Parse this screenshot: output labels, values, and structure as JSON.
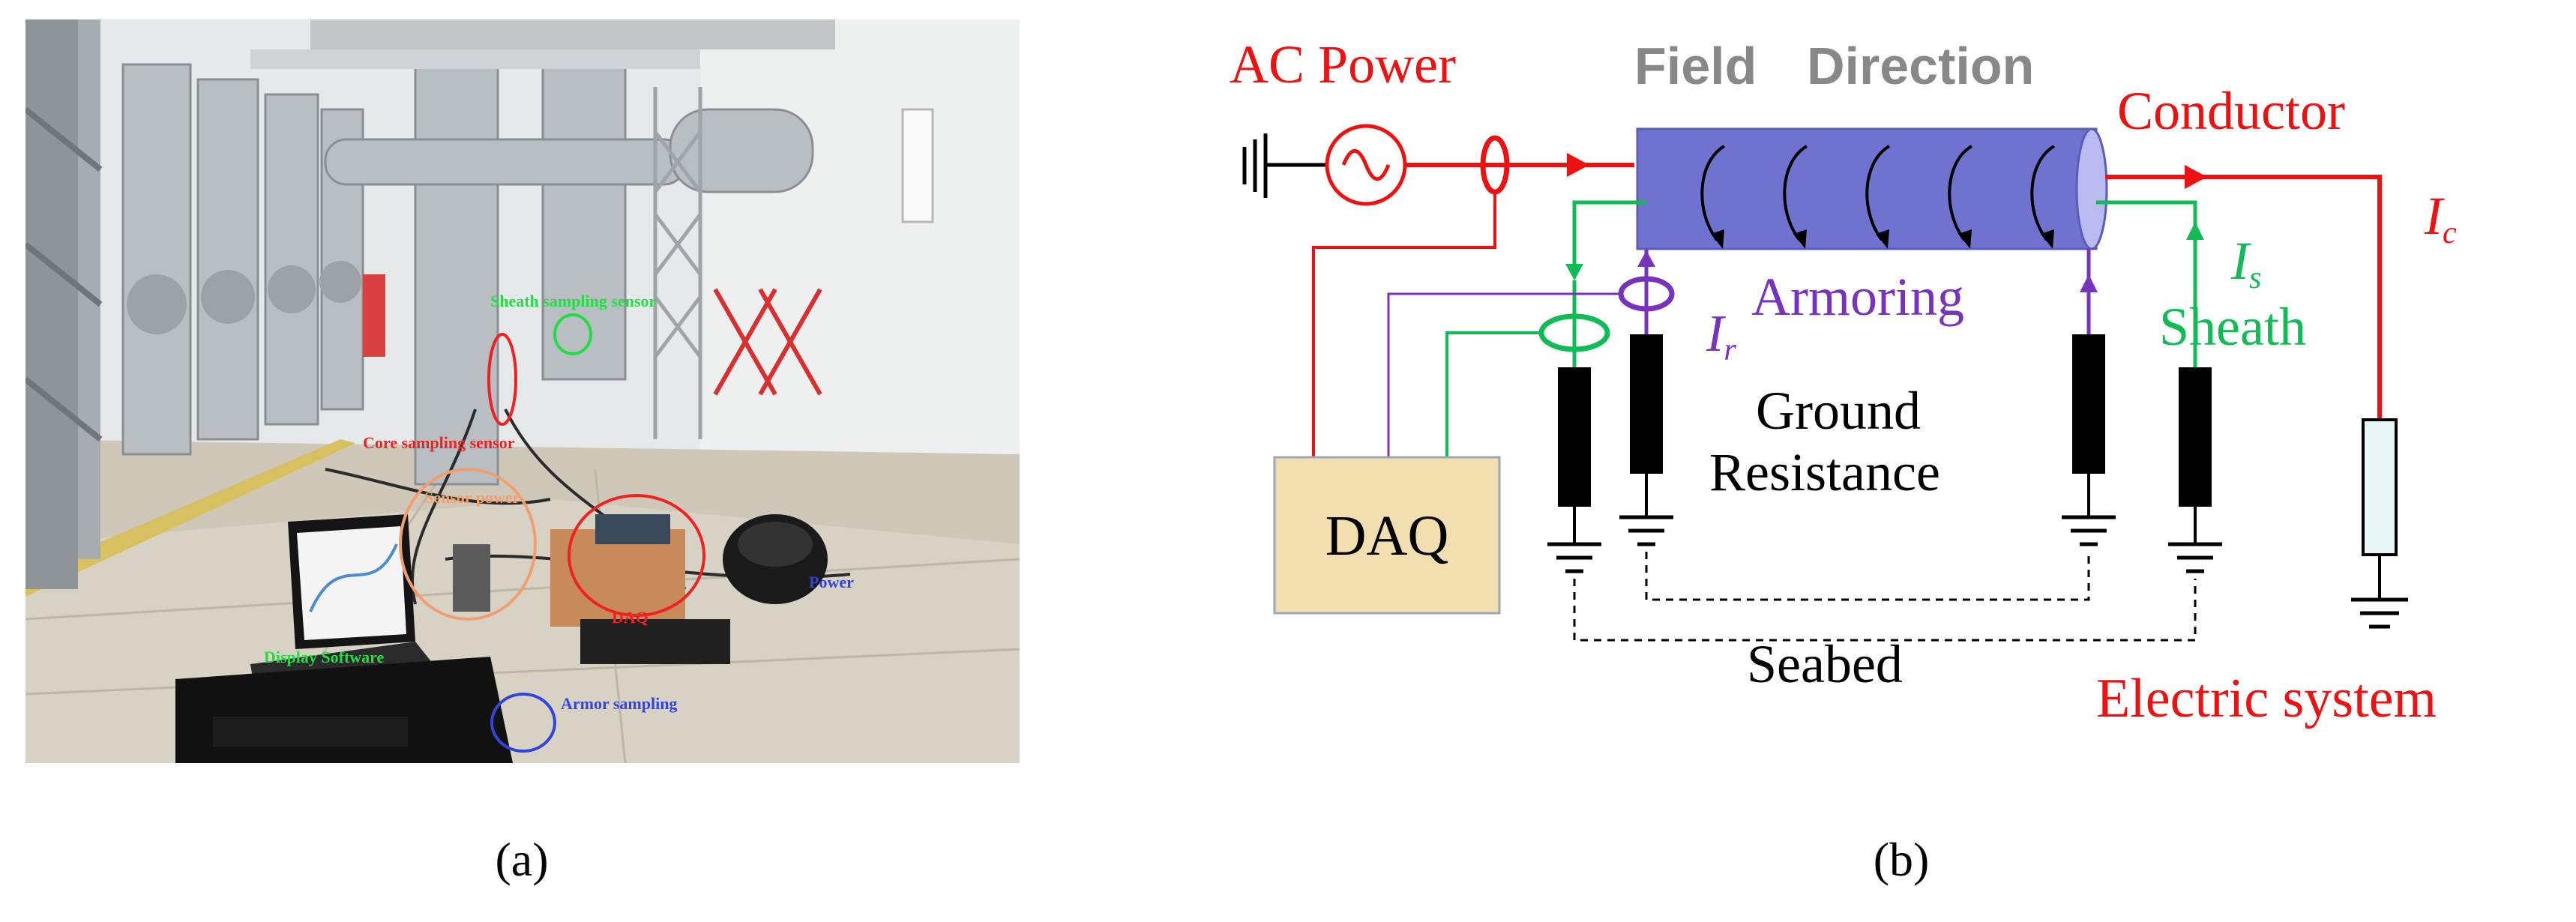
{
  "panel_a": {
    "caption": "(a)",
    "labels": {
      "sheath_sampling_sensor": "Sheath sampling sensor",
      "core_sampling_sensor": "Core sampling sensor",
      "sensor_power": "Sensor power",
      "daq": "DAQ",
      "power": "Power",
      "display_software": "Display Software",
      "armor_sampling": "Armor sampling"
    },
    "colors": {
      "green": "#22dd44",
      "red": "#ee2222",
      "orange": "#f0a070",
      "blue": "#3344dd"
    }
  },
  "panel_b": {
    "caption": "(b)",
    "labels": {
      "ac_power": "AC Power",
      "field_direction_1": "Field",
      "field_direction_2": "Direction",
      "conductor": "Conductor",
      "ic_main": "I",
      "ic_sub": "c",
      "is_main": "I",
      "is_sub": "s",
      "ir_main": "I",
      "ir_sub": "r",
      "armoring": "Armoring",
      "sheath": "Sheath",
      "ground_1": "Ground",
      "ground_2": "Resistance",
      "daq": "DAQ",
      "seabed": "Seabed",
      "electric_system": "Electric system"
    },
    "colors": {
      "red": "#ee1111",
      "green": "#11bb55",
      "purple": "#7733bb",
      "gray": "#888888",
      "cable": "#6f72cf",
      "daq_fill": "#f2dfb0"
    }
  }
}
